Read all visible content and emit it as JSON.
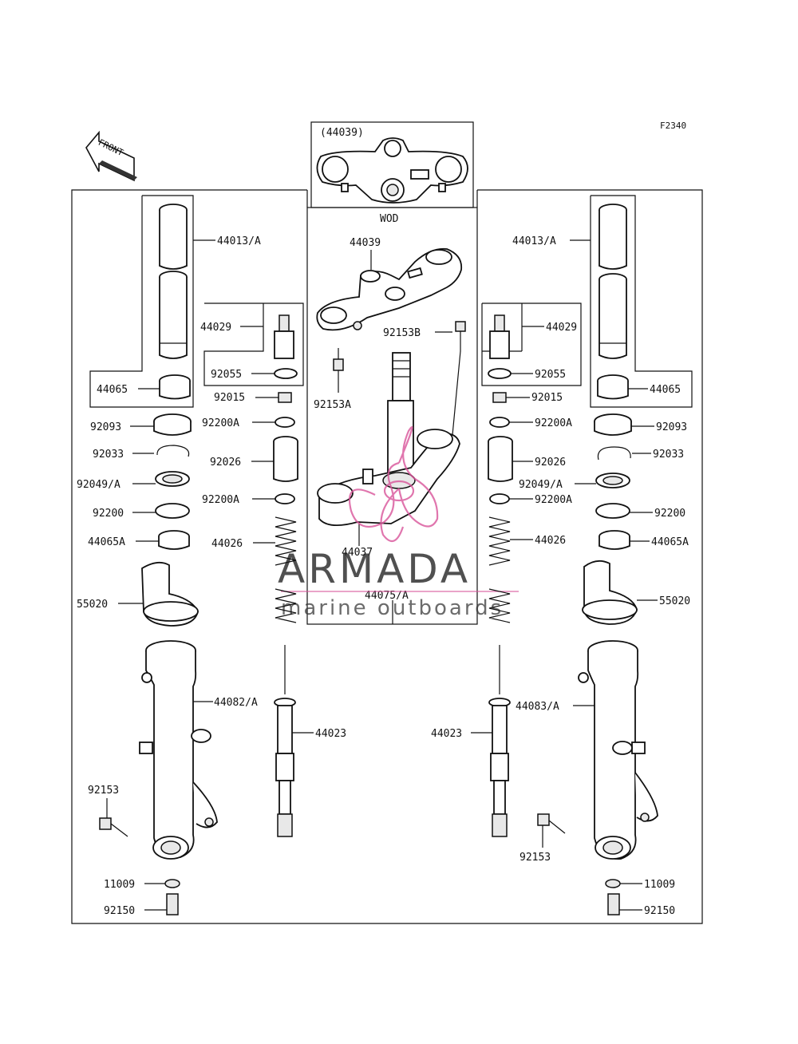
{
  "figure_code": "F2340",
  "front_arrow_label": "FRONT",
  "top_inset": {
    "part_number": "(44039)",
    "caption": "WOD"
  },
  "watermark": {
    "brand": "ARMADA",
    "tagline": "marine outboards",
    "logo_color": "#d9559a"
  },
  "center": {
    "upper_clamp": "44039",
    "bolt_a": "92153A",
    "bolt_b": "92153B",
    "lower_clamp": "44037",
    "stem_assembly": "44075/A"
  },
  "left": {
    "inner_tube": "44013/A",
    "bushing_top": "44065",
    "cap_bolt": "44029",
    "o_ring": "92055",
    "nut": "92015",
    "dust_seal": "92093",
    "clip": "92033",
    "oil_seal": "92049/A",
    "washer_big": "92200",
    "bushing": "44065A",
    "washer_a1": "92200A",
    "collar": "92026",
    "washer_a2": "92200A",
    "spring": "44026",
    "cover": "55020",
    "outer_tube": "44082/A",
    "damper": "44023",
    "bolt": "92153",
    "gasket": "11009",
    "drain_bolt": "92150"
  },
  "right": {
    "inner_tube": "44013/A",
    "bushing_top": "44065",
    "cap_bolt": "44029",
    "o_ring": "92055",
    "nut": "92015",
    "dust_seal": "92093",
    "clip": "92033",
    "oil_seal": "92049/A",
    "washer_big": "92200",
    "bushing": "44065A",
    "washer_a1": "92200A",
    "collar": "92026",
    "washer_a2": "92200A",
    "spring": "44026",
    "cover": "55020",
    "outer_tube": "44083/A",
    "damper": "44023",
    "bolt": "92153",
    "gasket": "11009",
    "drain_bolt": "92150"
  }
}
